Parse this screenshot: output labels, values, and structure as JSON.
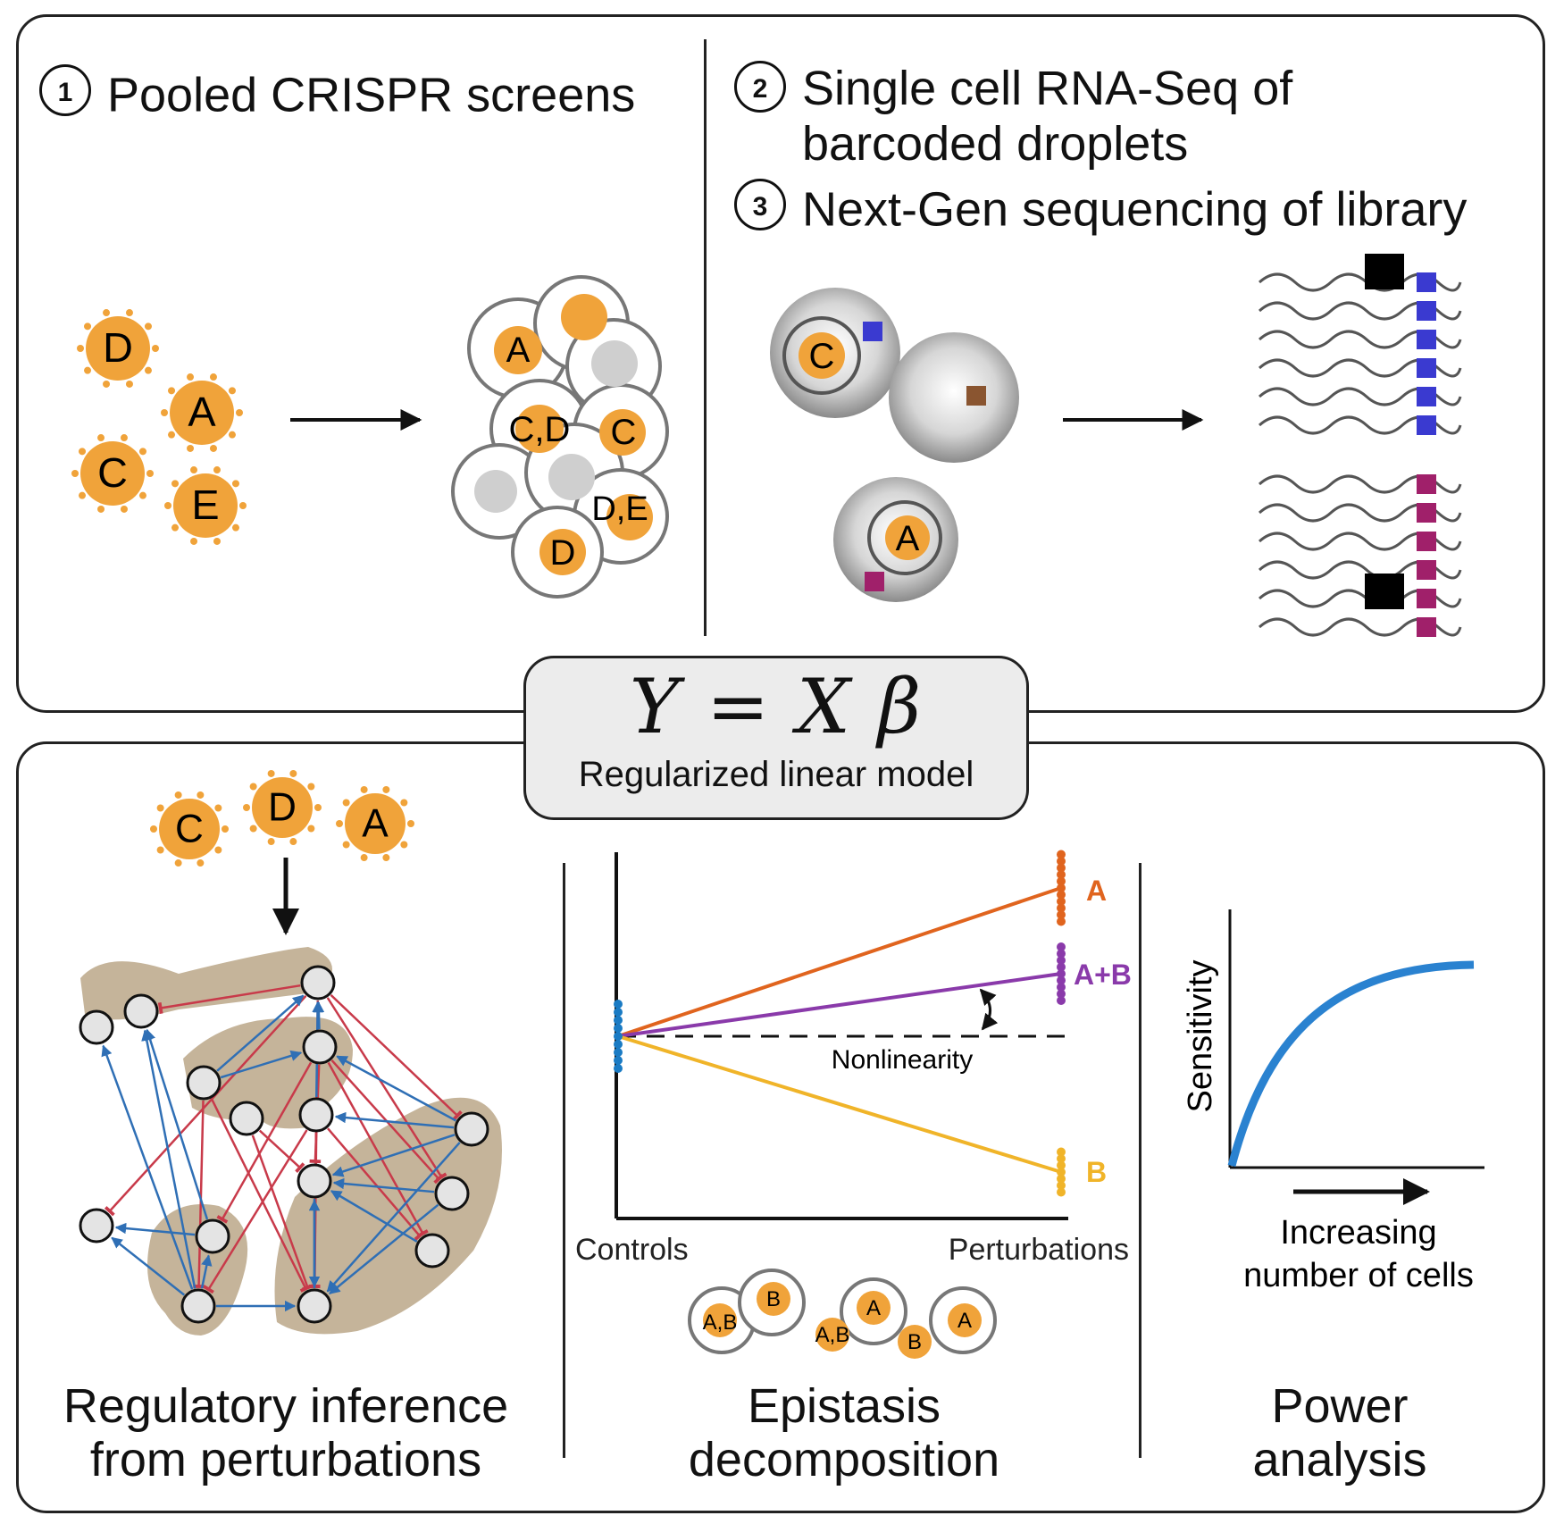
{
  "steps": {
    "step1": {
      "number": "1",
      "text": "Pooled CRISPR screens"
    },
    "step2": {
      "number": "2",
      "line1": "Single cell RNA-Seq of",
      "line2": "barcoded droplets"
    },
    "step3": {
      "number": "3",
      "text": "Next-Gen sequencing of library"
    }
  },
  "model": {
    "equation": "Y = X β",
    "label": "Regularized linear model"
  },
  "guides": {
    "free": [
      "D",
      "A",
      "C",
      "E"
    ],
    "cell_labels": [
      "A",
      "C,D",
      "C",
      "D,E",
      "D"
    ],
    "droplet_labels": [
      "C",
      "A"
    ],
    "network_perturbations": [
      "C",
      "D",
      "A"
    ]
  },
  "epistasis": {
    "xlabel_left": "Controls",
    "xlabel_right": "Perturbations",
    "annotation": "Nonlinearity",
    "series": [
      {
        "name": "A",
        "color": "#e0641e"
      },
      {
        "name": "A+B",
        "color": "#8a3aaa"
      },
      {
        "name": "B",
        "color": "#f0b429"
      }
    ],
    "cells": [
      "A,B",
      "B",
      "A,B",
      "A",
      "B",
      "A"
    ]
  },
  "power": {
    "ylabel": "Sensitivity",
    "xlabel_line1": "Increasing",
    "xlabel_line2": "number of cells",
    "curve_color": "#2a82d0"
  },
  "captions": {
    "regulatory_line1": "Regulatory inference",
    "regulatory_line2": "from perturbations",
    "epistasis_line1": "Epistasis",
    "epistasis_line2": "decomposition",
    "power_line1": "Power",
    "power_line2": "analysis"
  },
  "colors": {
    "guide_orange": "#f0a33a",
    "activation_blue": "#2f6fb5",
    "repression_red": "#c83a4a",
    "module_tan": "#c5b49a",
    "barcode_blue": "#3a3ad0",
    "barcode_magenta": "#a0206a",
    "barcode_brown": "#8a5530"
  }
}
